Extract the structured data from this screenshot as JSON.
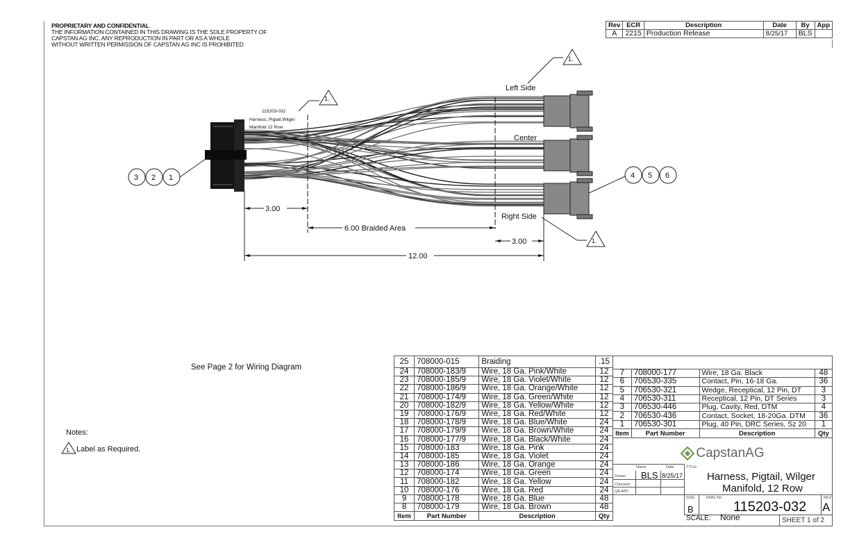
{
  "header": {
    "proprietary_title": "PROPRIETARY AND CONFIDENTIAL",
    "proprietary_lines": [
      "THE INFORMATION CONTAINED IN THIS DRAWING IS THE SOLE PROPERTY OF",
      "CAPSTAN AG INC. ANY REPRODUCTION IN PART OR AS A WHOLE",
      "WITHOUT WRITTEN PERMISSION OF CAPSTAN AG INC IS PROHIBITED"
    ]
  },
  "revision_table": {
    "headers": [
      "Rev",
      "ECR",
      "Description",
      "Date",
      "By",
      "App"
    ],
    "rows": [
      [
        "A",
        "2215",
        "Production Release",
        "8/25/17",
        "BLS",
        ""
      ]
    ]
  },
  "drawing": {
    "part_label": [
      "115203-032",
      "Harness, Pigtail,Wilger",
      "Manifold 12 Row"
    ],
    "note_marker": "1.",
    "branch_labels": {
      "left": "Left Side",
      "center": "Center",
      "right": "Right Side"
    },
    "balloons_left": [
      "3",
      "2",
      "1"
    ],
    "balloons_right": [
      "4",
      "5",
      "6"
    ],
    "dimensions": {
      "d1": "3.00",
      "d2": "6.00 Braided Area",
      "d3": "3.00",
      "total": "12.00"
    },
    "wiring_note": "See Page 2 for Wiring Diagram"
  },
  "notes": {
    "title": "Notes:",
    "items": [
      {
        "marker": "1.",
        "text": "Label as Required."
      }
    ]
  },
  "bom_left": {
    "headers": [
      "Item",
      "Part Number",
      "Description",
      "Qty"
    ],
    "rows": [
      [
        "25",
        "708000-015",
        "Braiding",
        ".15"
      ],
      [
        "24",
        "708000-183/9",
        "Wire, 18 Ga. Pink/White",
        "12"
      ],
      [
        "23",
        "708000-185/9",
        "Wire, 18 Ga. Violet/White",
        "12"
      ],
      [
        "22",
        "708000-186/9",
        "Wire, 18 Ga. Orange/White",
        "12"
      ],
      [
        "21",
        "708000-174/9",
        "Wire, 18 Ga. Green/White",
        "12"
      ],
      [
        "20",
        "708000-182/9",
        "Wire, 18 Ga. Yellow/White",
        "12"
      ],
      [
        "19",
        "708000-176/9",
        "Wire, 18 Ga. Red/White",
        "12"
      ],
      [
        "18",
        "708000-178/9",
        "Wire, 18 Ga. Blue/White",
        "24"
      ],
      [
        "17",
        "708000-179/9",
        "Wire, 18 Ga. Brown/White",
        "24"
      ],
      [
        "16",
        "708000-177/9",
        "Wire, 18 Ga. Black/White",
        "24"
      ],
      [
        "15",
        "708000-183",
        "Wire, 18 Ga. Pink",
        "24"
      ],
      [
        "14",
        "708000-185",
        "Wire, 18 Ga. Violet",
        "24"
      ],
      [
        "13",
        "708000-186",
        "Wire, 18 Ga. Orange",
        "24"
      ],
      [
        "12",
        "708000-174",
        "Wire, 18 Ga. Green",
        "24"
      ],
      [
        "11",
        "708000-182",
        "Wire, 18 Ga. Yellow",
        "24"
      ],
      [
        "10",
        "708000-176",
        "Wire, 18 Ga. Red",
        "24"
      ],
      [
        "9",
        "708000-178",
        "Wire, 18 Ga. Blue",
        "48"
      ],
      [
        "8",
        "708000-179",
        "Wire, 18 Ga. Brown",
        "48"
      ]
    ]
  },
  "bom_right": {
    "headers": [
      "Item",
      "Part Number",
      "Description",
      "Qty"
    ],
    "rows": [
      [
        "7",
        "708000-177",
        "Wire, 18 Ga. Black",
        "48"
      ],
      [
        "6",
        "706530-335",
        "Contact, Pin, 16-18 Ga.",
        "36"
      ],
      [
        "5",
        "706530-321",
        "Wedge, Receptical, 12 Pin, DT",
        "3"
      ],
      [
        "4",
        "706530-311",
        "Receptical, 12 Pin, DT Series",
        "3"
      ],
      [
        "3",
        "706530-446",
        "Plug, Cavity, Red, DTM",
        "4"
      ],
      [
        "2",
        "706530-436",
        "Contact, Socket, 18-20Ga. DTM",
        "36"
      ],
      [
        "1",
        "706530-301",
        "Plug, 40 Pin, DRC Series, Sz 20",
        "1"
      ]
    ]
  },
  "title_block": {
    "logo_text": "CapstanAG",
    "logo_color": "#5aa02c",
    "name_label": "Name",
    "date_label": "Date",
    "drawn_label": "Drawn",
    "checked_label": "Checked",
    "qa_label": "QA APP",
    "drawn_name": "BLS",
    "drawn_date": "8/25/17",
    "title_label": "TITLE:",
    "title_line1": "Harness, Pigtail, Wilger",
    "title_line2": "Manifold, 12 Row",
    "size_label": "SIZE",
    "size": "B",
    "dwg_label": "DWG No:",
    "dwg_no": "115203-032",
    "rev_label": "REV",
    "rev": "A",
    "scale_label": "SCALE:",
    "scale": "None",
    "sheet": "SHEET 1 of 2"
  }
}
